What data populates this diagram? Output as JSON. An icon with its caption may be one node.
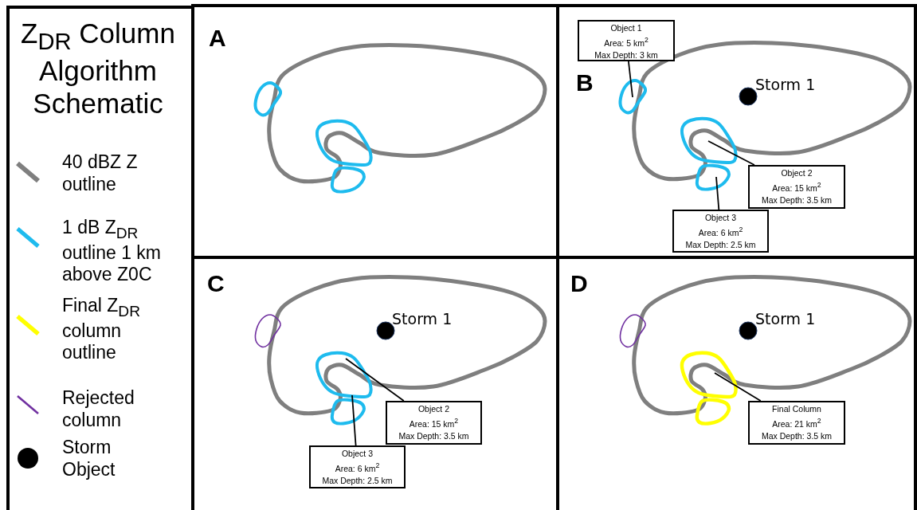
{
  "diagram": {
    "title": "Z$_{DR}$ Column Algorithm Schematic",
    "nodes": [
      {
        "text": [
          "A"
        ]
      },
      {
        "text": [
          "B"
        ]
      },
      {
        "text": [
          "C"
        ]
      },
      {
        "text": [
          "D"
        ]
      },
      {
        "text": [
          "Object 1",
          "Area: 5 km$^{2}$",
          "Max Depth: 3 km"
        ],
        "in": 1
      },
      {
        "text": [],
        "shape": "circle",
        "in": 1
      },
      {
        "text": [
          "Object 2",
          "Area: 15 km$^{2}$",
          "Max Depth: 3.5 km"
        ],
        "in": 1
      },
      {
        "text": [],
        "shape": "circle",
        "in": 1
      },
      {
        "text": [
          "Object 3",
          "Area: 6 km$^{2}$",
          "Max Depth: 2.5 km"
        ],
        "in": 1
      },
      {
        "text": [],
        "shape": "circle",
        "in": 1
      },
      {
        "text": [
          "Object 2",
          "Area: 15 km$^{2}$",
          "Max Depth: 3.5 km"
        ],
        "in": 2
      },
      {
        "text": [],
        "shape": "circle",
        "in": 2
      },
      {
        "text": [
          "Object 3",
          "Area: 6 km$^{2}$",
          "Max Depth: 2.5 km"
        ],
        "in": 2
      },
      {
        "text": [],
        "shape": "circle",
        "in": 2
      },
      {
        "text": [
          "Final Column",
          "Area: 21 km$^{2}$",
          "Max Depth: 3.5 km"
        ],
        "in": 3
      },
      {
        "text": [],
        "shape": "circle",
        "in": 3
      }
    ],
    "edges": [
      {
        "from": 4,
        "to": 5,
        "arrow": "none"
      },
      {
        "from": 6,
        "to": 7,
        "arrow": "none"
      },
      {
        "from": 8,
        "to": 9,
        "arrow": "none"
      },
      {
        "from": 10,
        "to": 11,
        "arrow": "none"
      },
      {
        "from": 12,
        "to": 13,
        "arrow": "none"
      },
      {
        "from": 14,
        "to": 15,
        "arrow": "none"
      }
    ],
    "labels": [
      "Storm 1",
      "Storm 1",
      "Storm 1"
    ],
    "legend": [
      {
        "text": "40 dBZ Z outline"
      },
      {
        "text": "1 dB Z$_{DR}$ outline 1 km above Z0C"
      },
      {
        "text": "Final Z$_{DR}$ column outline"
      },
      {
        "text": "Rejected column"
      },
      {
        "text": "Storm Object"
      }
    ]
  }
}
